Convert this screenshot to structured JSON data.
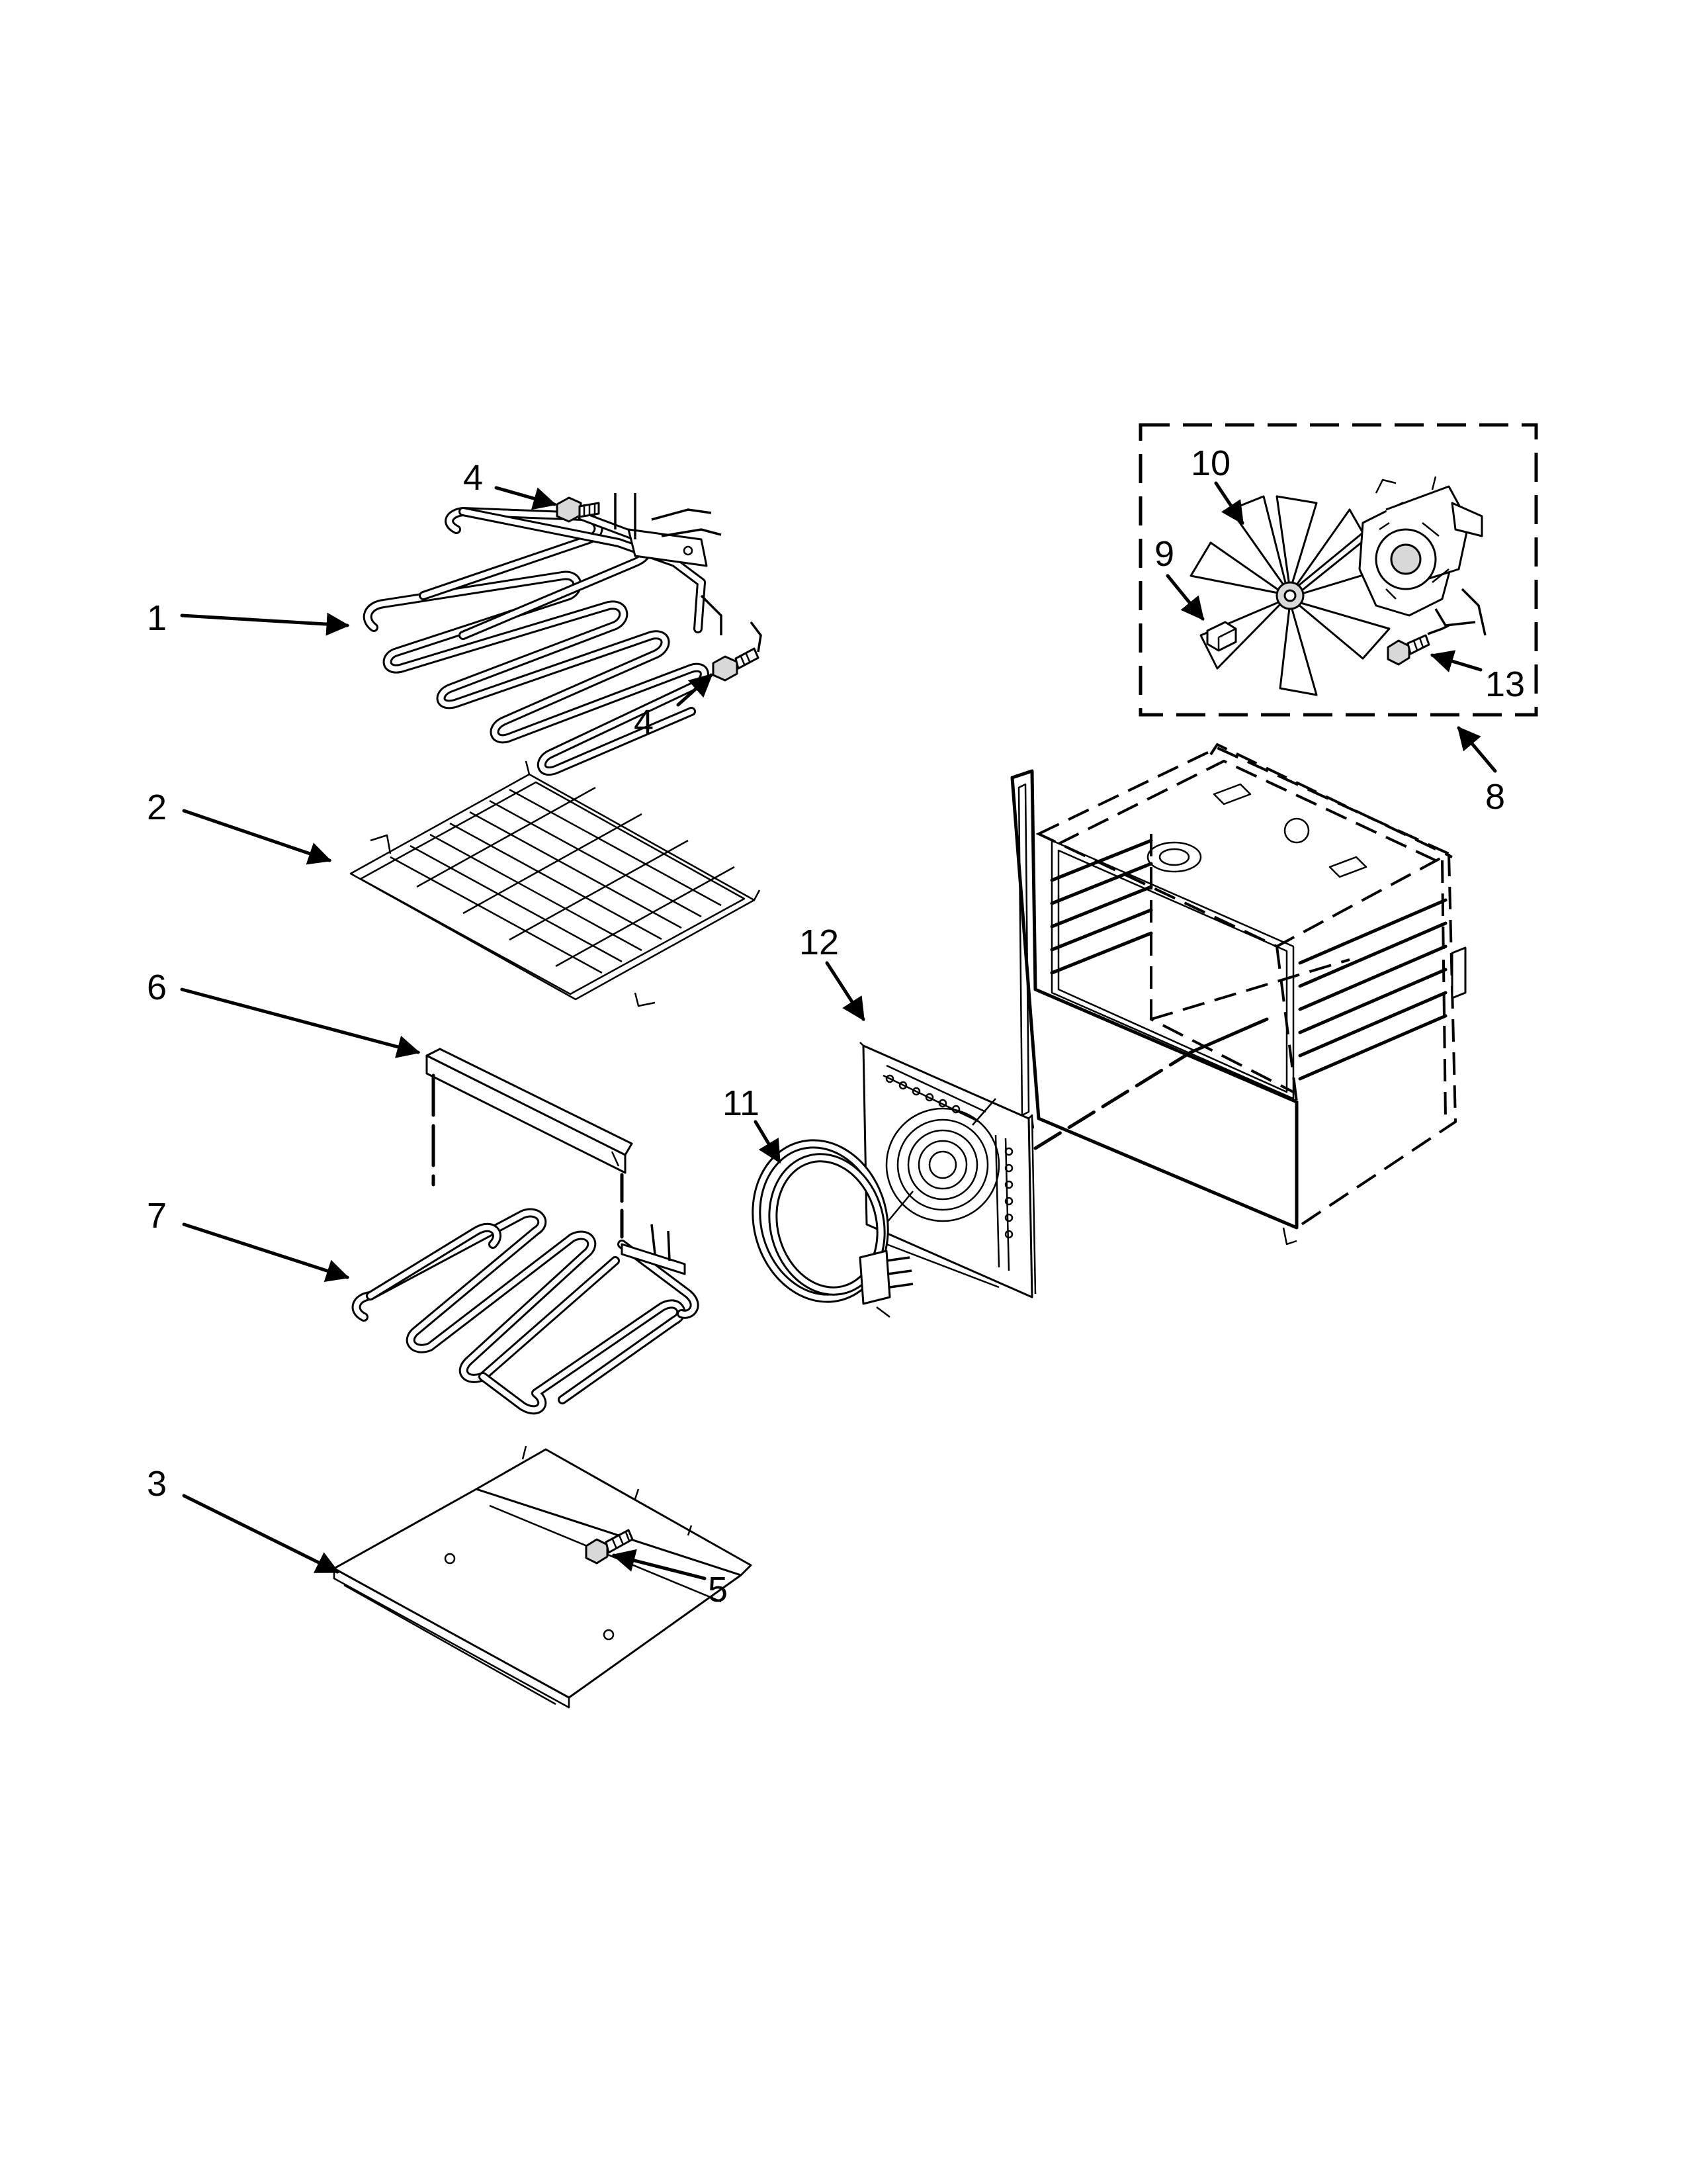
{
  "diagram": {
    "callouts": [
      {
        "id": "1",
        "label": "1"
      },
      {
        "id": "2",
        "label": "2"
      },
      {
        "id": "3",
        "label": "3"
      },
      {
        "id": "4a",
        "label": "4"
      },
      {
        "id": "4b",
        "label": "4"
      },
      {
        "id": "5",
        "label": "5"
      },
      {
        "id": "6",
        "label": "6"
      },
      {
        "id": "7",
        "label": "7"
      },
      {
        "id": "8",
        "label": "8"
      },
      {
        "id": "9",
        "label": "9"
      },
      {
        "id": "10",
        "label": "10"
      },
      {
        "id": "11",
        "label": "11"
      },
      {
        "id": "12",
        "label": "12"
      },
      {
        "id": "13",
        "label": "13"
      }
    ]
  }
}
